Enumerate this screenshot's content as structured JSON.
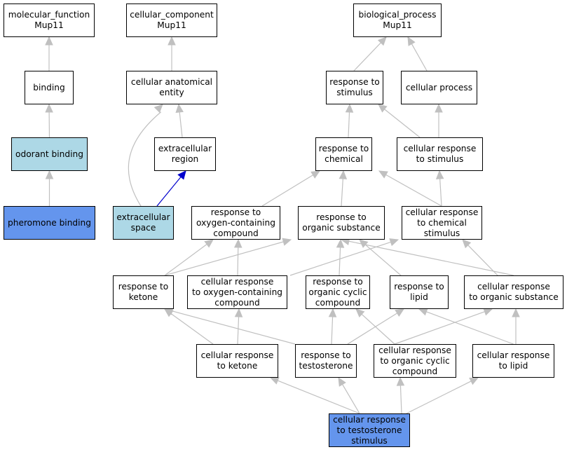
{
  "colors": {
    "default_fill": "#ffffff",
    "light_fill": "#add8e6",
    "highlight_fill": "#6495ed",
    "edge": "#c0c0c0",
    "part_of_edge": "#0000cd"
  },
  "nodes": {
    "mf": {
      "label": "molecular_function\nMup11",
      "style": "default"
    },
    "cc": {
      "label": "cellular_component\nMup11",
      "style": "default"
    },
    "bp": {
      "label": "biological_process\nMup11",
      "style": "default"
    },
    "binding": {
      "label": "binding",
      "style": "default"
    },
    "cae": {
      "label": "cellular anatomical\nentity",
      "style": "default"
    },
    "rts": {
      "label": "response to\nstimulus",
      "style": "default"
    },
    "cp": {
      "label": "cellular process",
      "style": "default"
    },
    "ob": {
      "label": "odorant binding",
      "style": "light"
    },
    "er": {
      "label": "extracellular\nregion",
      "style": "default"
    },
    "rtc": {
      "label": "response to\nchemical",
      "style": "default"
    },
    "crts": {
      "label": "cellular response\nto stimulus",
      "style": "default"
    },
    "pb": {
      "label": "pheromone binding",
      "style": "dark"
    },
    "es": {
      "label": "extracellular\nspace",
      "style": "light"
    },
    "rtocc": {
      "label": "response to\noxygen-containing\ncompound",
      "style": "default"
    },
    "rtos": {
      "label": "response to\norganic substance",
      "style": "default"
    },
    "crtcs": {
      "label": "cellular response\nto chemical\nstimulus",
      "style": "default"
    },
    "rtk": {
      "label": "response to\nketone",
      "style": "default"
    },
    "crtocc": {
      "label": "cellular response\nto oxygen-containing\ncompound",
      "style": "default"
    },
    "rtoccomp": {
      "label": "response to\norganic cyclic\ncompound",
      "style": "default"
    },
    "rtl": {
      "label": "response to\nlipid",
      "style": "default"
    },
    "crtos": {
      "label": "cellular response\nto organic substance",
      "style": "default"
    },
    "crtk": {
      "label": "cellular response\nto ketone",
      "style": "default"
    },
    "rtt": {
      "label": "response to\ntestosterone",
      "style": "default"
    },
    "crtoccomp": {
      "label": "cellular response\nto organic cyclic\ncompound",
      "style": "default"
    },
    "crtl": {
      "label": "cellular response\nto lipid",
      "style": "default"
    },
    "crtts": {
      "label": "cellular response\nto testosterone\nstimulus",
      "style": "dark"
    }
  },
  "edges": [
    {
      "from": "binding",
      "to": "mf",
      "type": "is_a"
    },
    {
      "from": "ob",
      "to": "binding",
      "type": "is_a"
    },
    {
      "from": "pb",
      "to": "ob",
      "type": "is_a"
    },
    {
      "from": "cae",
      "to": "cc",
      "type": "is_a"
    },
    {
      "from": "er",
      "to": "cae",
      "type": "is_a"
    },
    {
      "from": "es",
      "to": "cae",
      "type": "is_a"
    },
    {
      "from": "es",
      "to": "er",
      "type": "part_of"
    },
    {
      "from": "rts",
      "to": "bp",
      "type": "is_a"
    },
    {
      "from": "cp",
      "to": "bp",
      "type": "is_a"
    },
    {
      "from": "rtc",
      "to": "rts",
      "type": "is_a"
    },
    {
      "from": "crts",
      "to": "rts",
      "type": "is_a"
    },
    {
      "from": "crts",
      "to": "cp",
      "type": "is_a"
    },
    {
      "from": "rtocc",
      "to": "rtc",
      "type": "is_a"
    },
    {
      "from": "rtos",
      "to": "rtc",
      "type": "is_a"
    },
    {
      "from": "crtcs",
      "to": "rtc",
      "type": "is_a"
    },
    {
      "from": "crtcs",
      "to": "crts",
      "type": "is_a"
    },
    {
      "from": "rtk",
      "to": "rtocc",
      "type": "is_a"
    },
    {
      "from": "rtk",
      "to": "rtos",
      "type": "is_a"
    },
    {
      "from": "crtocc",
      "to": "rtocc",
      "type": "is_a"
    },
    {
      "from": "crtocc",
      "to": "crtcs",
      "type": "is_a"
    },
    {
      "from": "rtoccomp",
      "to": "rtos",
      "type": "is_a"
    },
    {
      "from": "rtl",
      "to": "rtos",
      "type": "is_a"
    },
    {
      "from": "crtos",
      "to": "rtos",
      "type": "is_a"
    },
    {
      "from": "crtos",
      "to": "crtcs",
      "type": "is_a"
    },
    {
      "from": "crtk",
      "to": "crtocc",
      "type": "is_a"
    },
    {
      "from": "rtt",
      "to": "rtk",
      "type": "is_a"
    },
    {
      "from": "rtt",
      "to": "rtoccomp",
      "type": "is_a"
    },
    {
      "from": "rtt",
      "to": "rtl",
      "type": "is_a"
    },
    {
      "from": "crtk",
      "to": "rtk",
      "type": "is_a"
    },
    {
      "from": "crtoccomp",
      "to": "rtoccomp",
      "type": "is_a"
    },
    {
      "from": "crtoccomp",
      "to": "crtos",
      "type": "is_a"
    },
    {
      "from": "crtl",
      "to": "rtl",
      "type": "is_a"
    },
    {
      "from": "crtl",
      "to": "crtos",
      "type": "is_a"
    },
    {
      "from": "crtts",
      "to": "crtk",
      "type": "is_a"
    },
    {
      "from": "crtts",
      "to": "rtt",
      "type": "is_a"
    },
    {
      "from": "crtts",
      "to": "crtoccomp",
      "type": "is_a"
    },
    {
      "from": "crtts",
      "to": "crtl",
      "type": "is_a"
    }
  ]
}
